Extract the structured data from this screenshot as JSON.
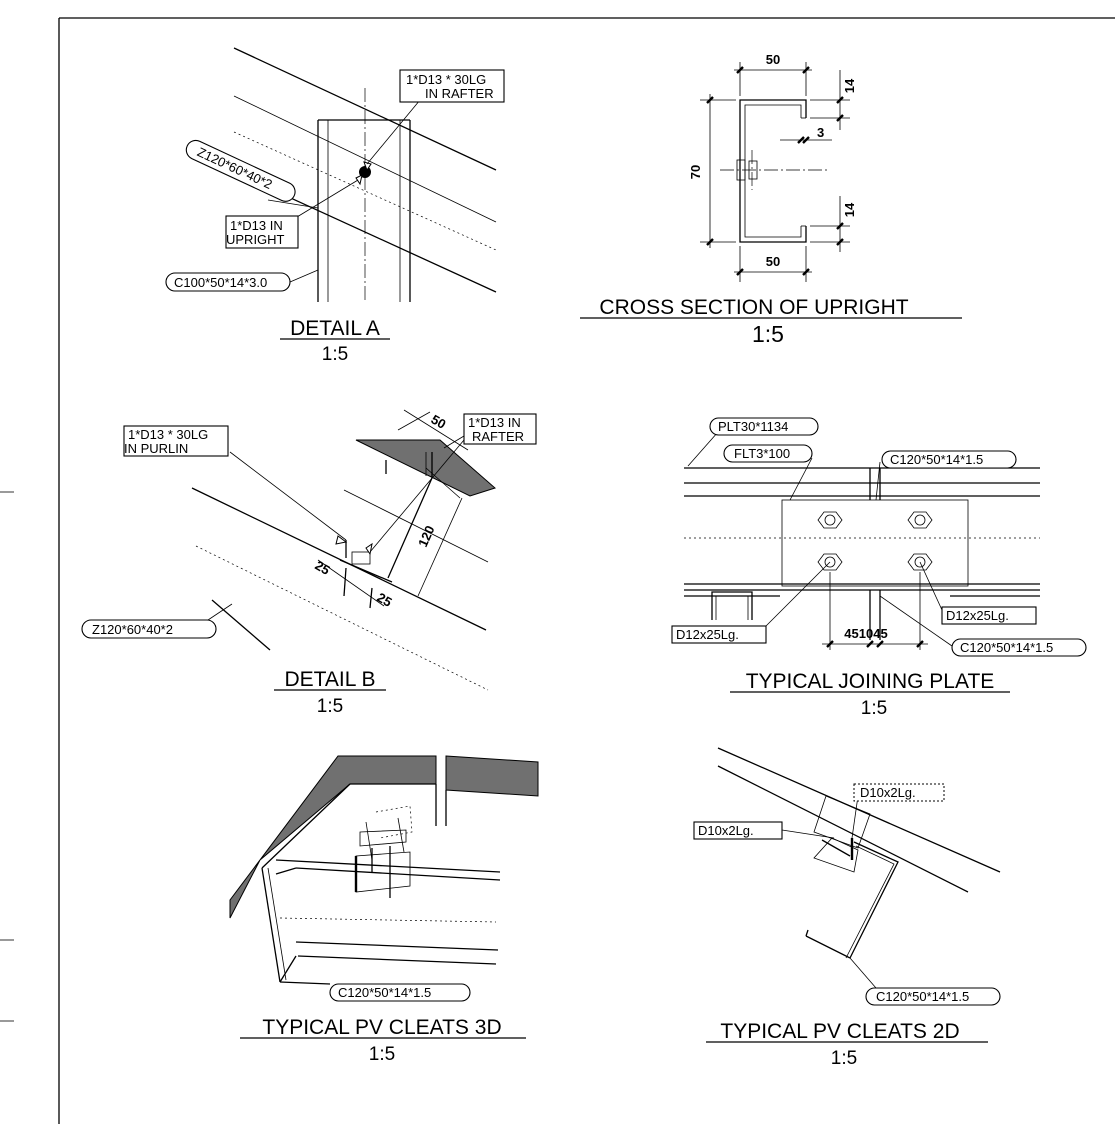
{
  "detail_a": {
    "title": "DETAIL A",
    "scale": "1:5",
    "labels": {
      "bolt_rafter_l1": "1*D13 * 30LG",
      "bolt_rafter_l2": "IN RAFTER",
      "z_section": "Z120*60*40*2",
      "bolt_upright_l1": "1*D13 IN",
      "bolt_upright_l2": "UPRIGHT",
      "c_section": "C100*50*14*3.0"
    }
  },
  "cross_section": {
    "title": "CROSS SECTION OF UPRIGHT",
    "scale": "1:5",
    "dims": {
      "top_width": "50",
      "bottom_width": "50",
      "height": "70",
      "top_lip": "14",
      "bottom_lip": "14",
      "thickness": "3"
    }
  },
  "detail_b": {
    "title": "DETAIL B",
    "scale": "1:5",
    "labels": {
      "bolt_purlin_l1": "1*D13 * 30LG",
      "bolt_purlin_l2": "IN PURLIN",
      "bolt_rafter_l1": "1*D13 IN",
      "bolt_rafter_l2": "RAFTER",
      "z_section": "Z120*60*40*2"
    },
    "dims": {
      "flange": "50",
      "depth": "120",
      "edge_left": "25",
      "edge_right": "25"
    }
  },
  "joining_plate": {
    "title": "TYPICAL JOINING PLATE",
    "scale": "1:5",
    "labels": {
      "plate": "PLT30*1134",
      "flat": "FLT3*100",
      "c_top": "C120*50*14*1.5",
      "bolt_right": "D12x25Lg.",
      "bolt_left": "D12x25Lg.",
      "c_bottom": "C120*50*14*1.5"
    },
    "dims": {
      "spacing": "451045"
    }
  },
  "pv_cleats_3d": {
    "title": "TYPICAL PV CLEATS 3D",
    "scale": "1:5",
    "labels": {
      "c_section": "C120*50*14*1.5"
    }
  },
  "pv_cleats_2d": {
    "title": "TYPICAL PV CLEATS 2D",
    "scale": "1:5",
    "labels": {
      "bolt_top": "D10x2Lg.",
      "bolt_left": "D10x2Lg.",
      "c_section": "C120*50*14*1.5"
    }
  }
}
